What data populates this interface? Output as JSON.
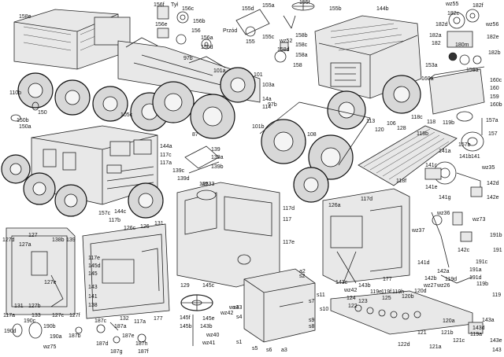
{
  "callouts": {
    "c158e": "158e",
    "c156f": "156f",
    "tyl": "Tył",
    "c156c": "156c",
    "c156e": "156e",
    "c156b": "156b",
    "c156": "156",
    "c156a": "156a",
    "przod": "Przód",
    "c156d": "156d",
    "c155d": "155d",
    "c155a": "155a",
    "c155f": "155f",
    "c155b": "155b",
    "c155c": "155c",
    "c155": "155",
    "c144b": "144b",
    "wz55": "wz55",
    "c182f": "182f",
    "c182c": "182c",
    "c182d": "182d",
    "wz56": "wz56",
    "c182a": "182a",
    "c182e": "182e",
    "c182": "182",
    "c180m": "180m",
    "c182b": "182b",
    "c153a": "153a",
    "c158b": "158b",
    "c158c": "158c",
    "wz52": "wz52",
    "c158d": "158d",
    "c158a": "158a",
    "c158": "158",
    "c97b_1": "97b",
    "c101a_1": "101a",
    "c101": "101",
    "c103a": "103a",
    "c14a": "14a",
    "c114": "114",
    "c110b": "110b",
    "c150": "150",
    "c150b": "150b",
    "c150a": "150a",
    "c105c": "105c",
    "c160a": "160a",
    "c159a": "159a",
    "c160c": "160c",
    "c160": "160",
    "c159": "159",
    "c160b": "160b",
    "c97b_2": "97b",
    "c101b": "101b",
    "c108": "108",
    "c113": "113",
    "c120": "120",
    "c106": "106",
    "c128": "128",
    "c118c": "118c",
    "c118": "118",
    "c119b": "119b",
    "c157a": "157a",
    "c157": "157",
    "c157b": "157b",
    "c118b": "118b",
    "c144a": "144a",
    "c117c": "117c",
    "c117a_1": "117a",
    "c144c": "144c",
    "c157c": "157c",
    "c139": "139",
    "c139a": "139a",
    "c139b": "139b",
    "c139c": "139c",
    "c139d": "139d",
    "wz33": "wz33",
    "c87": "87",
    "c141a": "141a",
    "c141b": "141b",
    "c141": "141",
    "c141c": "141c",
    "wz35": "wz35",
    "c141e": "141e",
    "c142d": "142d",
    "c142e": "142e",
    "c141g": "141g",
    "c118f": "118f",
    "c117d": "117d",
    "c117": "117",
    "c117e": "117e",
    "c125": "125",
    "c126a": "126a",
    "c117d_2": "117d",
    "c127d": "127d",
    "c127": "127",
    "c127a": "127a",
    "c138b": "138b",
    "c139_2": "139",
    "c127e": "127e",
    "c127b": "127b",
    "c117a_2": "117a",
    "c131": "131",
    "c133": "133",
    "c127c": "127c",
    "c127f": "127f",
    "c117b": "117b",
    "c126c": "126c",
    "c126": "126",
    "c131_2": "131",
    "c117e_2": "117e",
    "c145d": "145d",
    "c145": "145",
    "c143": "143",
    "c141_2": "141",
    "c138": "138",
    "c132": "132",
    "c117a_3": "117a",
    "c177": "177",
    "c145c": "145c",
    "c145e": "145e",
    "wz43": "wz43",
    "wz42": "wz42",
    "c143b": "143b",
    "c145f": "145f",
    "c145b": "145b",
    "wz40": "wz40",
    "wz41": "wz41",
    "c190c": "190c",
    "c190b": "190b",
    "c190d": "190d",
    "c190a": "190a",
    "wz75": "wz75",
    "c187c": "187c",
    "c187a": "187a",
    "c187b": "187b",
    "c187d": "187d",
    "c187h": "187h",
    "c187e": "187e",
    "c187g": "187g",
    "c187f": "187f",
    "wz36": "wz36",
    "wz37": "wz37",
    "wz73": "wz73",
    "c191b": "191b",
    "c191": "191",
    "c142c": "142c",
    "c191c": "191c",
    "c191a": "191a",
    "c191d": "191d",
    "c141d": "141d",
    "c142a": "142a",
    "c142b": "142b",
    "c143c": "143c",
    "c177_2": "177",
    "wz42_2": "wz42",
    "c143b_2": "143b",
    "c119e": "119e",
    "c119f": "119f",
    "c119h": "119h",
    "c120b": "120b",
    "c120d": "120d",
    "c119d": "119d",
    "wz26": "wz26",
    "wz27": "wz27",
    "c119b_2": "119b",
    "c119": "119",
    "c120a": "120a",
    "c125_2": "125",
    "c123": "123",
    "c124": "124",
    "c122": "122",
    "c122d": "122d",
    "c121": "121",
    "c121a": "121a",
    "c121c": "121c",
    "c121b": "121b",
    "c119a": "119a",
    "c143a": "143a",
    "c143d": "143d",
    "c143e": "143e",
    "c143_2": "143",
    "s1": "s1",
    "s2": "s2",
    "s3": "s3",
    "s4": "s4",
    "s5": "s5",
    "s6": "s6",
    "s7": "s7",
    "s8": "s8",
    "s9": "s9",
    "s10": "s10",
    "s11": "s11",
    "a2": "a2",
    "a3": "a3",
    "c129": "129"
  }
}
